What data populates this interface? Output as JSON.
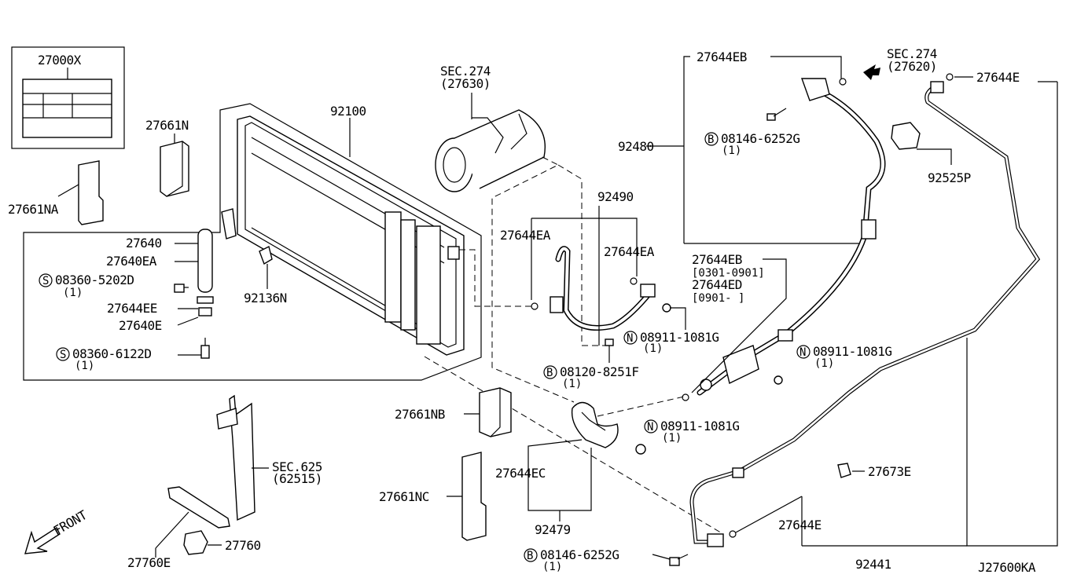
{
  "labels": {
    "p27000x": "27000X",
    "p27661n": "27661N",
    "p27661na": "27661NA",
    "p92100": "92100",
    "p_sec274_a": "SEC.274",
    "p_27630": "(27630)",
    "p27640": "27640",
    "p27640ea": "27640EA",
    "p08360_5202d": "08360-5202D",
    "p_qty1_a": "(1)",
    "p27644ee": "27644EE",
    "p27640e": "27640E",
    "p08360_6122d": "08360-6122D",
    "p_qty1_b": "(1)",
    "p92136n": "92136N",
    "p92490": "92490",
    "p27644ea_1": "27644EA",
    "p27644ea_2": "27644EA",
    "p08911_a": "08911-1081G",
    "p_qty1_c": "(1)",
    "p08120": "08120-8251F",
    "p_qty1_d": "(1)",
    "p27644eb_top": "27644EB",
    "p_sec274_b": "SEC.274",
    "p_27620": "(27620)",
    "p27644e_top": "27644E",
    "p08146_top": "08146-6252G",
    "p_qty1_e": "(1)",
    "p92480": "92480",
    "p92525p": "92525P",
    "p27644eb_mid": "27644EB",
    "p_range1": "[0301-0901]",
    "p27644ed": "27644ED",
    "p_range2": "[0901-    ]",
    "p08911_b": "08911-1081G",
    "p_qty1_f": "(1)",
    "p27661nb": "27661NB",
    "p08911_c": "08911-1081G",
    "p_qty1_g": "(1)",
    "p27644ec": "27644EC",
    "p27673e": "27673E",
    "p_sec625": "SEC.625",
    "p_62515": "(62515)",
    "p27661nc": "27661NC",
    "p92479": "92479",
    "p27644e_bot": "27644E",
    "p_front": "FRONT",
    "p27760": "27760",
    "p27760e": "27760E",
    "p08146_bot": "08146-6252G",
    "p_qty1_h": "(1)",
    "p92441": "92441",
    "p_code": "J27600KA"
  },
  "markers": {
    "s": "S",
    "n": "N",
    "b": "B"
  }
}
